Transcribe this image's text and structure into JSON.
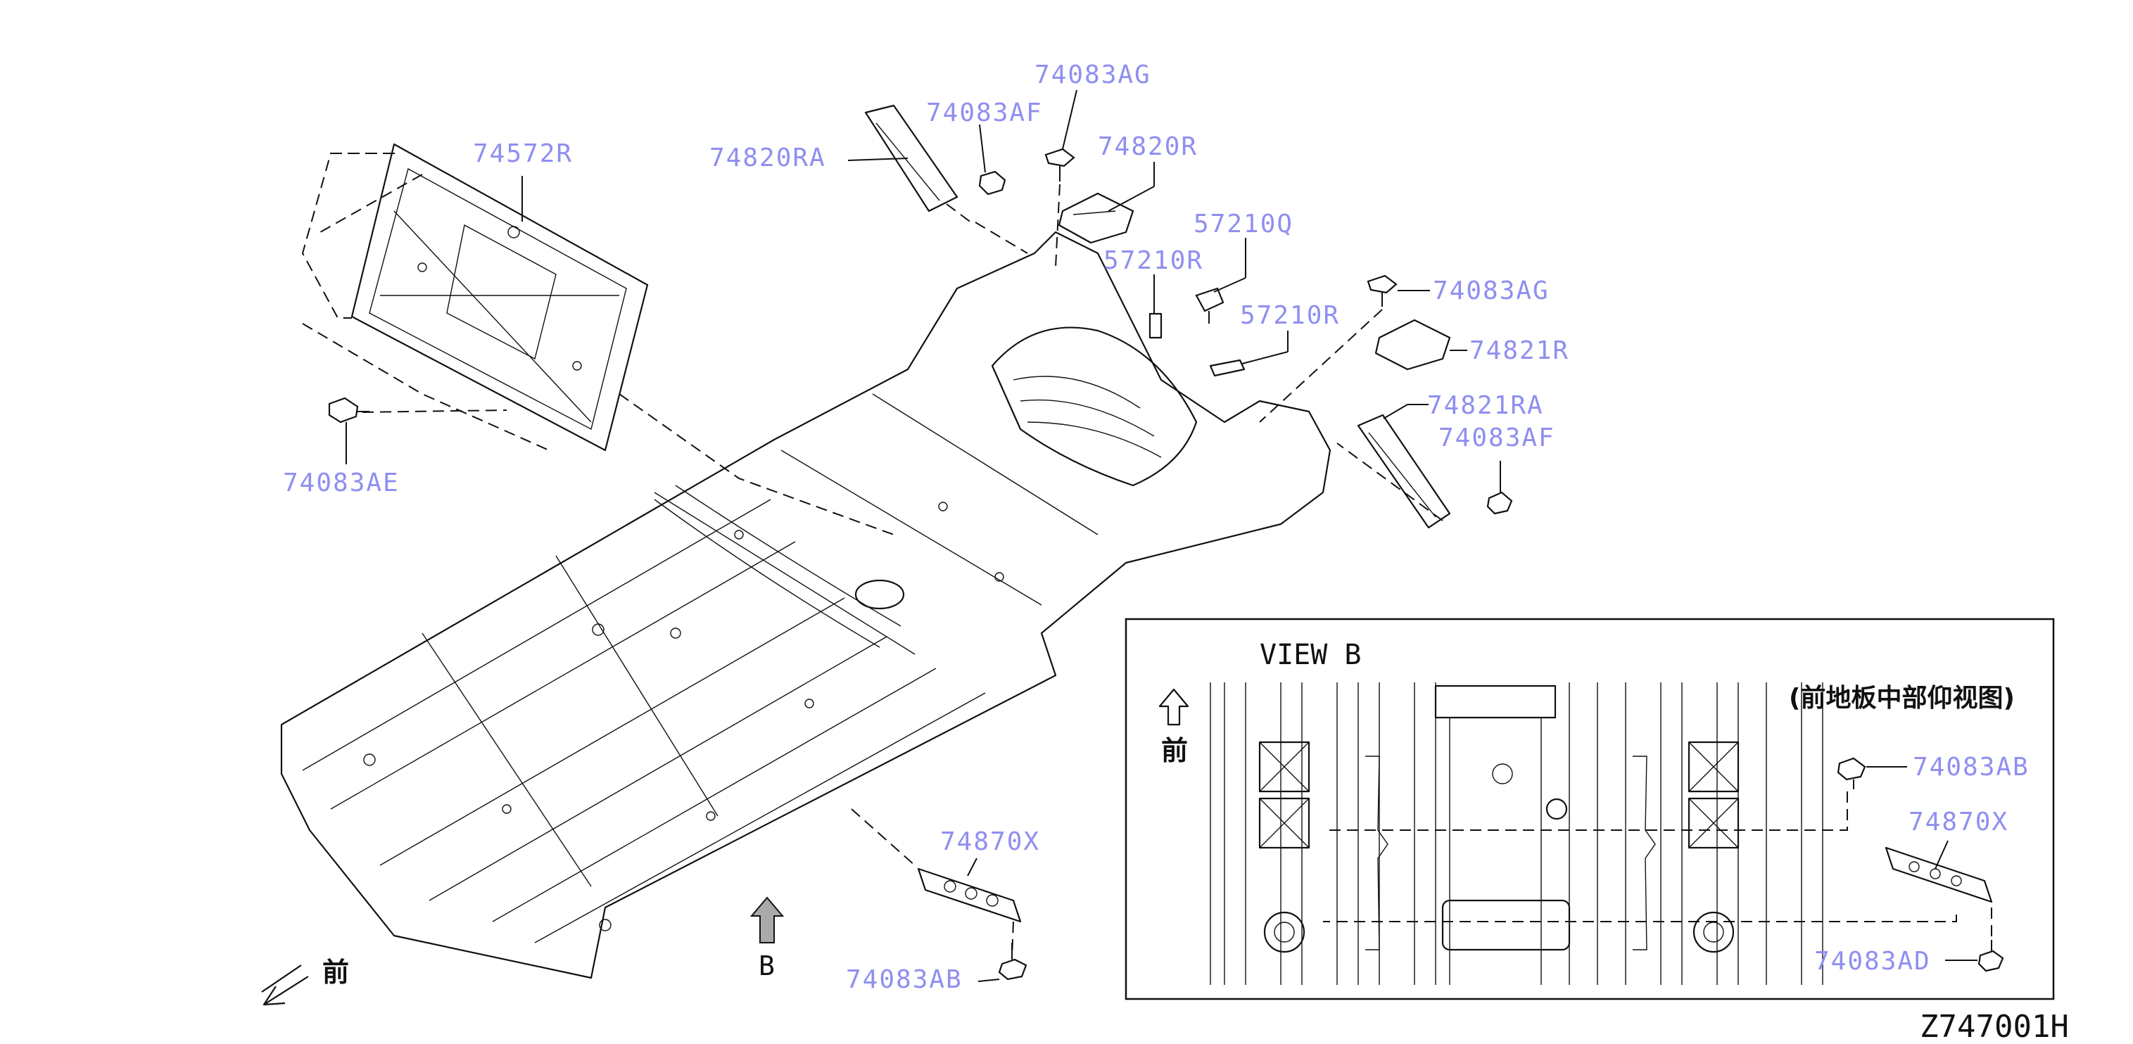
{
  "callouts": {
    "p74083AG_top": "74083AG",
    "p74083AF_top": "74083AF",
    "p74820R": "74820R",
    "p74820RA": "74820RA",
    "p74572R": "74572R",
    "p57210Q": "57210Q",
    "p57210R_a": "57210R",
    "p57210R_b": "57210R",
    "p74083AG_mid": "74083AG",
    "p74821R": "74821R",
    "p74821RA": "74821RA",
    "p74083AF_mid": "74083AF",
    "p74083AE": "74083AE",
    "p74870X_main": "74870X",
    "p74083AB_main": "74083AB",
    "p74083AB_inset": "74083AB",
    "p74870X_inset": "74870X",
    "p74083AD_inset": "74083AD"
  },
  "labels": {
    "front_main": "前",
    "view_arrow": "B",
    "view_title": "VIEW  B",
    "inset_caption": "(前地板中部仰视图)",
    "front_inset": "前",
    "diagram_id": "Z747001H"
  },
  "icons": {
    "front_arrow": "arrow-down-left-icon",
    "view_arrow": "arrow-up-icon",
    "inset_front_arrow": "arrow-up-icon"
  }
}
